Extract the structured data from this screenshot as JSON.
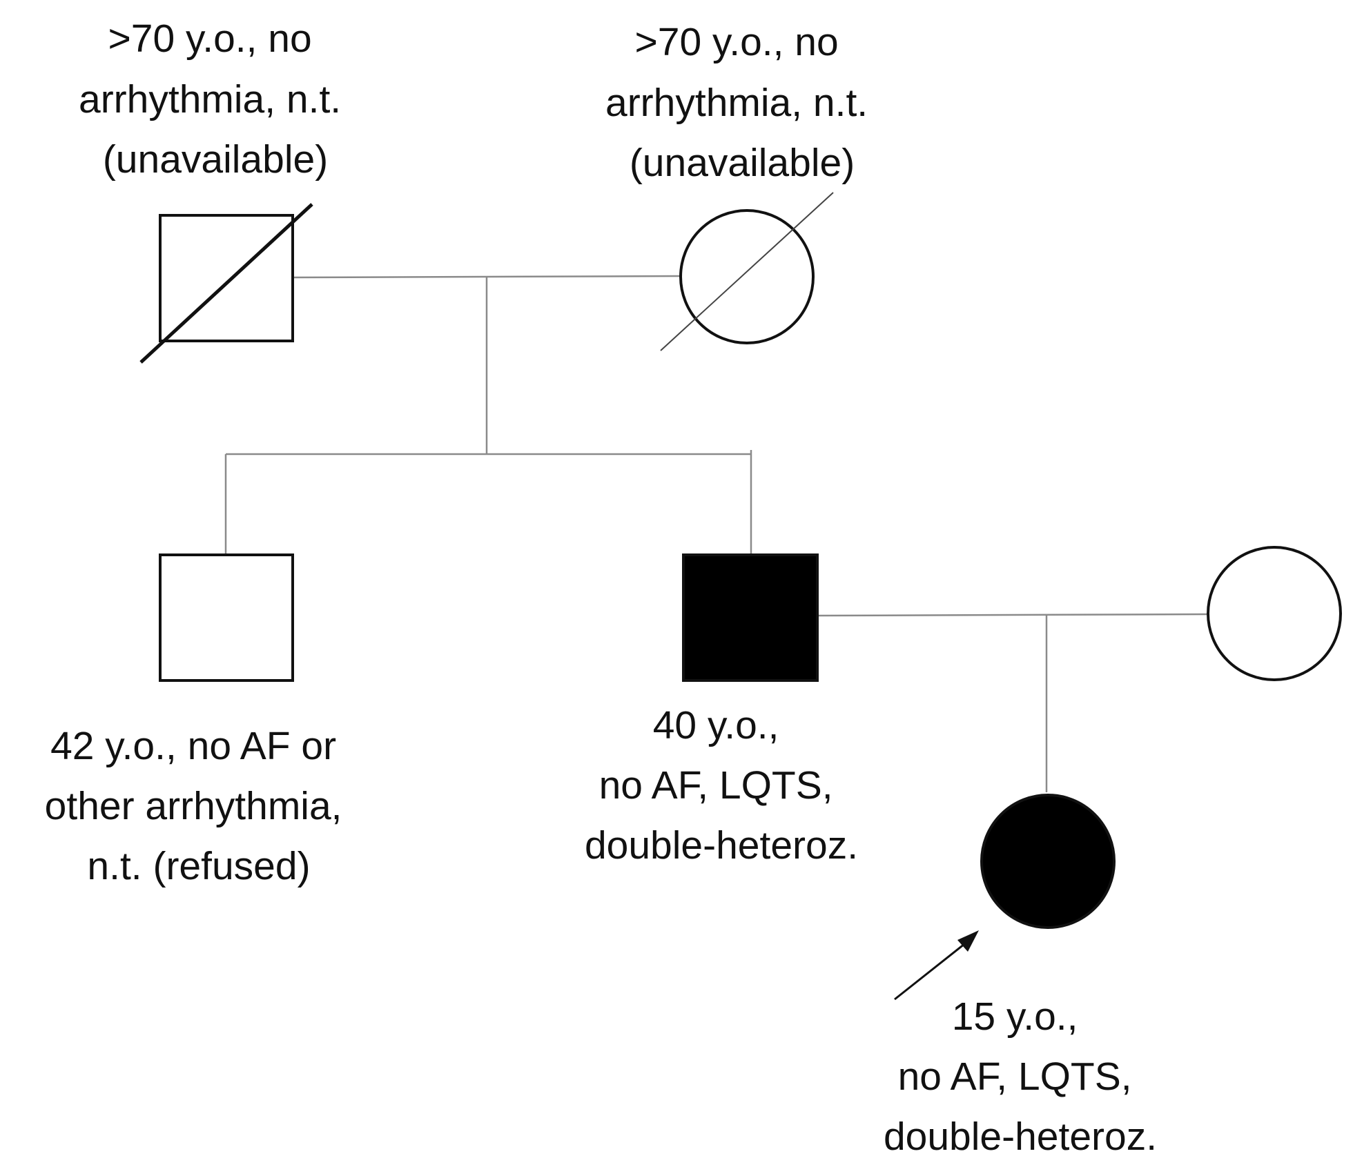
{
  "pedigree": {
    "grandfather": {
      "sex": "male",
      "affected": false,
      "deceased": true,
      "label_lines": [
        ">70 y.o., no",
        "arrhythmia, n.t.",
        "(unavailable)"
      ]
    },
    "grandmother": {
      "sex": "female",
      "affected": false,
      "deceased": true,
      "label_lines": [
        ">70 y.o., no",
        "arrhythmia, n.t.",
        "(unavailable)"
      ]
    },
    "uncle": {
      "sex": "male",
      "affected": false,
      "deceased": false,
      "label_lines": [
        "42 y.o., no AF or",
        "other arrhythmia,",
        "n.t. (refused)"
      ]
    },
    "father": {
      "sex": "male",
      "affected": true,
      "deceased": false,
      "label_lines": [
        "40 y.o.,",
        "no AF, LQTS,",
        "double-heteroz."
      ]
    },
    "mother": {
      "sex": "female",
      "affected": false,
      "deceased": false,
      "label_lines": []
    },
    "proband": {
      "sex": "female",
      "affected": true,
      "deceased": false,
      "is_proband": true,
      "label_lines": [
        "15 y.o.,",
        "no AF, LQTS,",
        "double-heteroz."
      ]
    }
  },
  "colors": {
    "affected_fill": "#000000",
    "unaffected_fill": "#ffffff",
    "outline": "#111111",
    "connector": "#8a8a8a"
  }
}
